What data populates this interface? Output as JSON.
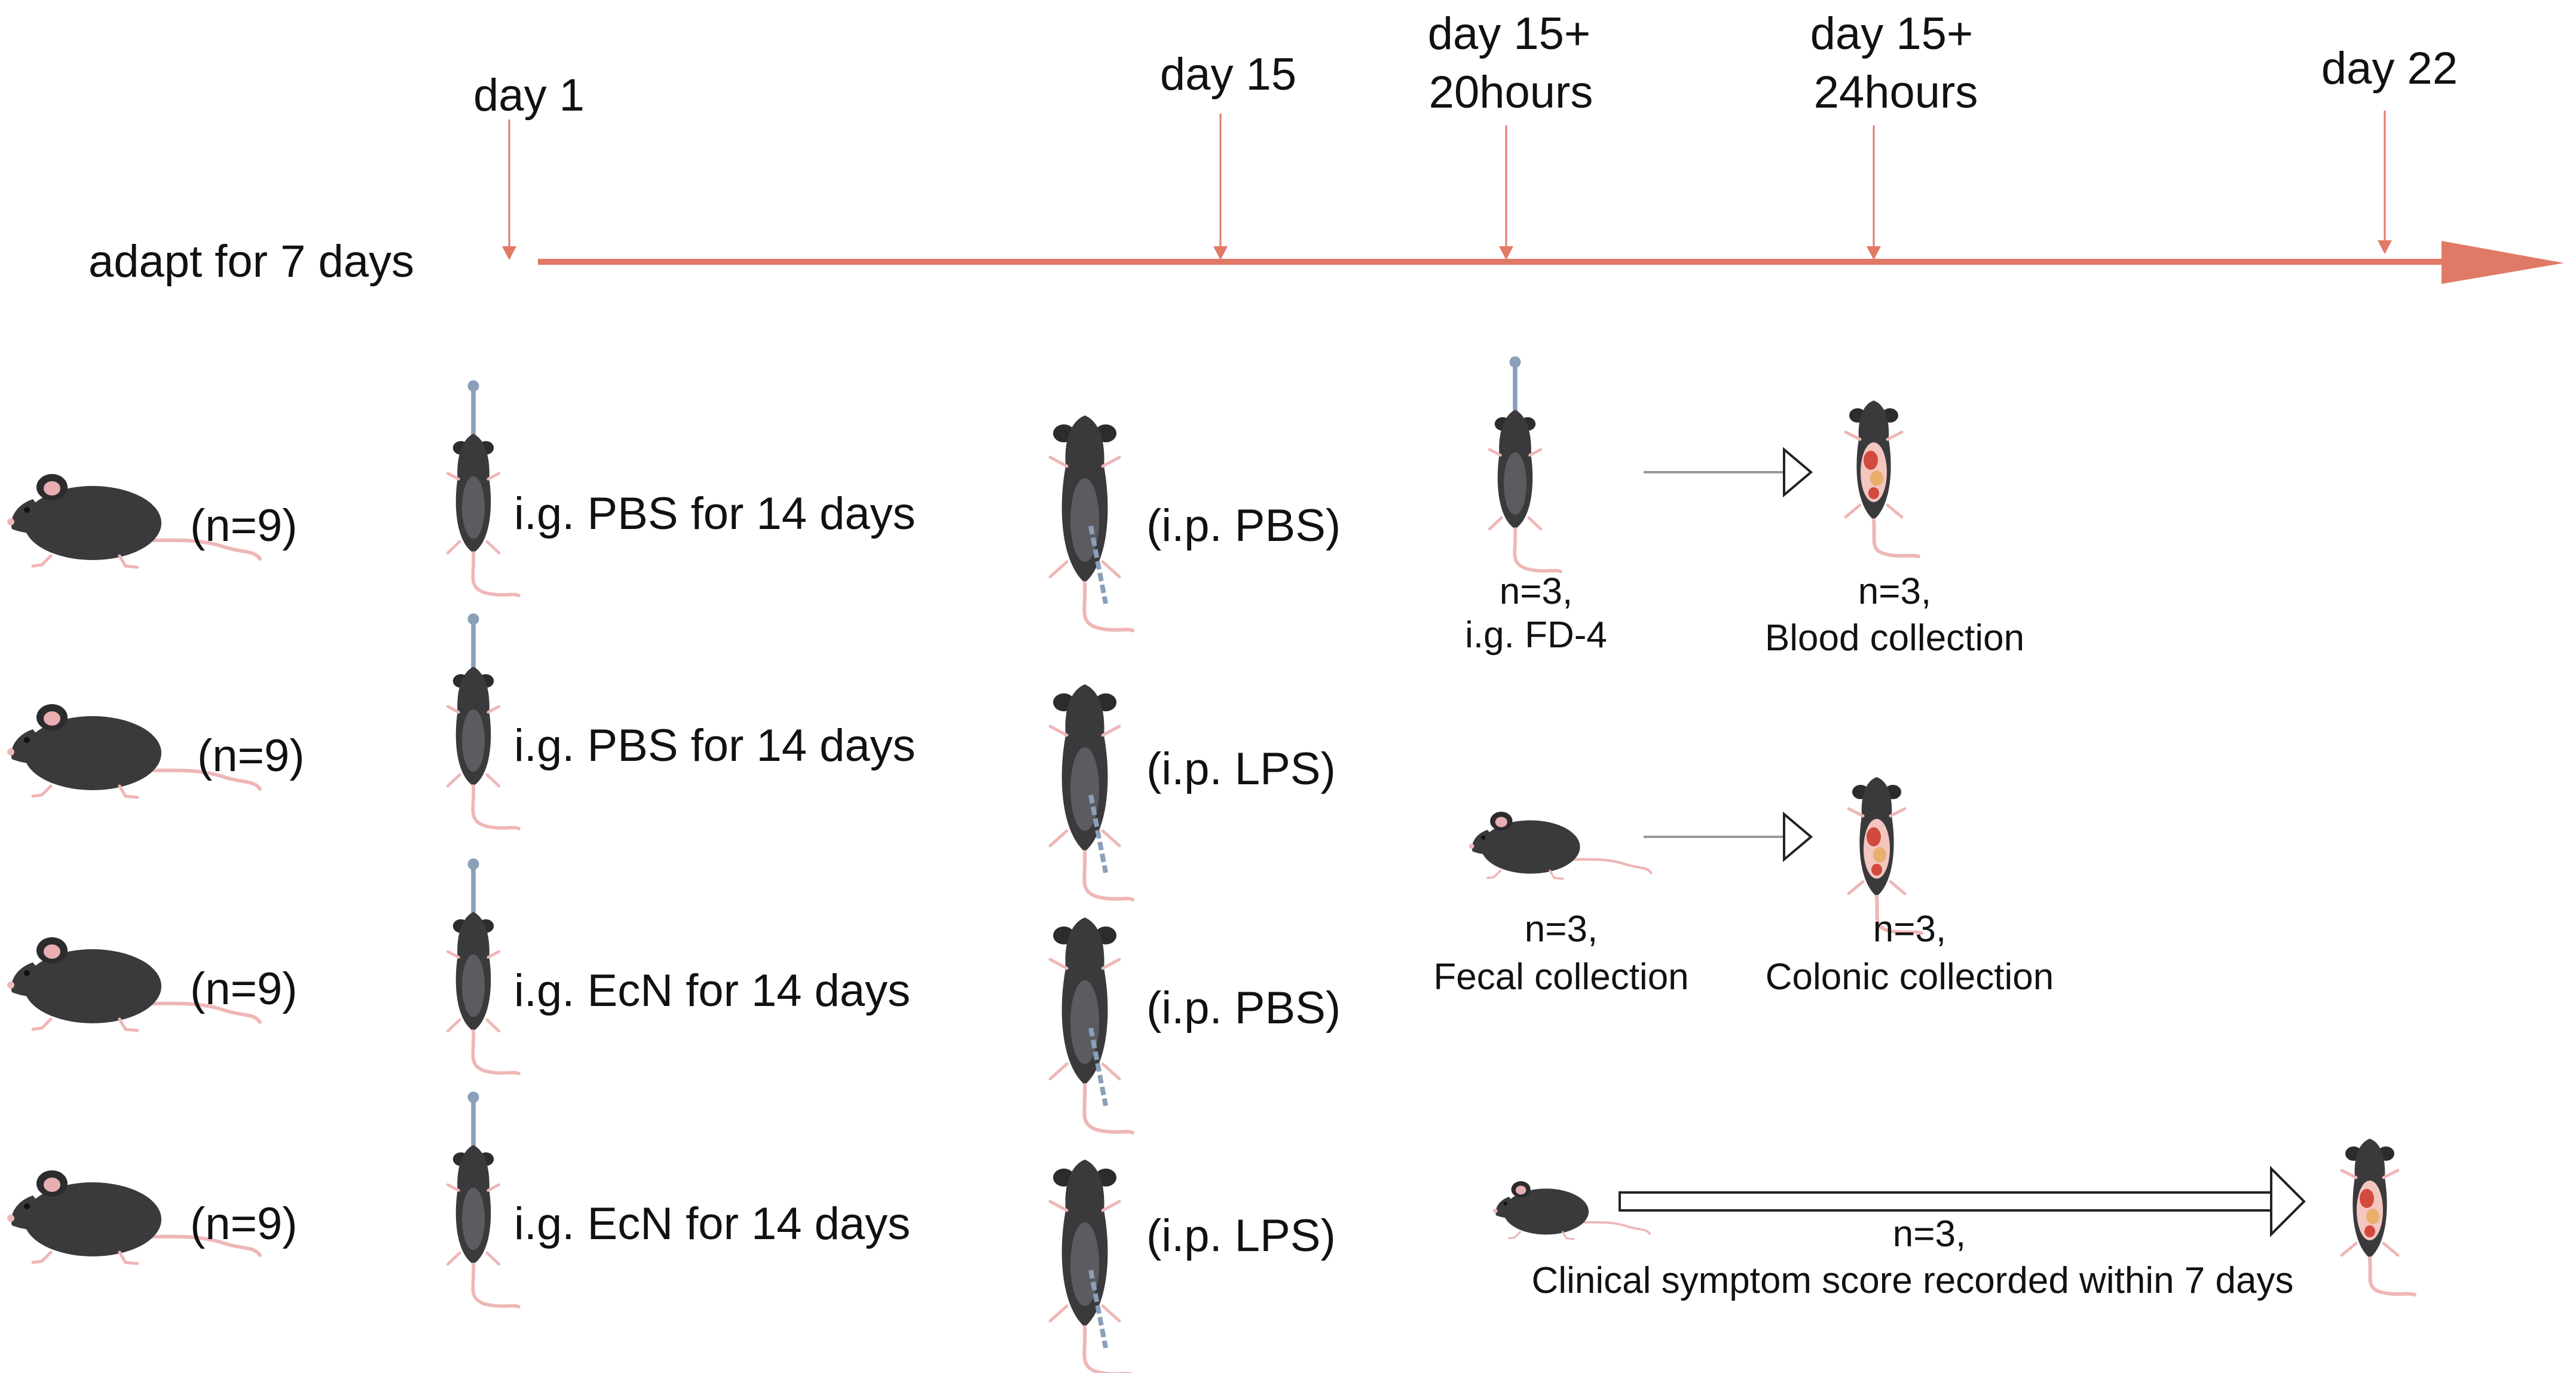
{
  "colors": {
    "timeline": "#e07a66",
    "mouse": "#3a3a3c",
    "skin": "#f0b9b9"
  },
  "timeline": {
    "adapt_label": "adapt for 7 days",
    "markers": [
      {
        "line1": "day 1",
        "line2": ""
      },
      {
        "line1": "day 15",
        "line2": ""
      },
      {
        "line1": "day 15+",
        "line2": "20hours"
      },
      {
        "line1": "day 15+",
        "line2": "24hours"
      },
      {
        "line1": "day 22",
        "line2": ""
      }
    ]
  },
  "groups": [
    {
      "n": "(n=9)",
      "gavage": "i.g. PBS for 14 days",
      "injection": "(i.p. PBS)"
    },
    {
      "n": "(n=9)",
      "gavage": "i.g. PBS for 14 days",
      "injection": "(i.p. LPS)"
    },
    {
      "n": "(n=9)",
      "gavage": "i.g. EcN for 14 days",
      "injection": "(i.p. PBS)"
    },
    {
      "n": "(n=9)",
      "gavage": "i.g. EcN for 14 days",
      "injection": "(i.p. LPS)"
    }
  ],
  "followups": {
    "fd4": {
      "line1": "n=3,",
      "line2": "i.g. FD-4"
    },
    "blood": {
      "line1": "n=3,",
      "line2": "Blood collection"
    },
    "fecal": {
      "line1": "n=3,",
      "line2": "Fecal collection"
    },
    "colonic": {
      "line1": "n=3,",
      "line2": "Colonic collection"
    },
    "clinical": {
      "line1": "n=3,",
      "line2": "Clinical symptom score recorded within 7 days"
    }
  },
  "icons": {
    "side_mouse": "mouse-side-icon",
    "gavage_mouse": "mouse-gavage-icon",
    "injection_mouse": "mouse-injection-icon",
    "dissected_mouse": "mouse-dissected-icon"
  }
}
